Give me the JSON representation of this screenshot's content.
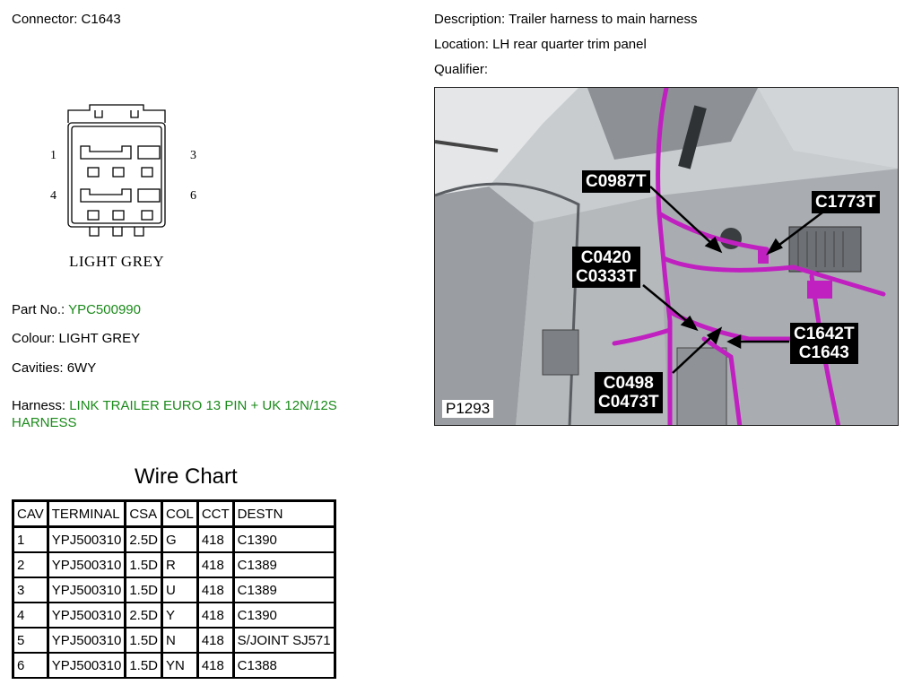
{
  "connector": {
    "label": "Connector:",
    "value": "C1643"
  },
  "description": {
    "label": "Description:",
    "value": "Trailer harness to main harness"
  },
  "location": {
    "label": "Location:",
    "value": "LH rear quarter trim panel"
  },
  "qualifier": {
    "label": "Qualifier:",
    "value": ""
  },
  "diagram": {
    "pin_labels": [
      "1",
      "3",
      "4",
      "6"
    ],
    "caption": "LIGHT GREY"
  },
  "part_no": {
    "label": "Part No.:",
    "value": "YPC500990"
  },
  "colour": {
    "label": "Colour:",
    "value": "LIGHT GREY"
  },
  "cavities": {
    "label": "Cavities:",
    "value": "6WY"
  },
  "harness": {
    "label": "Harness:",
    "value_line1": "LINK TRAILER EURO 13 PIN + UK 12N/12S",
    "value_line2": "HARNESS"
  },
  "photo": {
    "figure_id": "P1293",
    "callouts": [
      "C0987T",
      "C1773T",
      "C0420",
      "C0333T",
      "C1642T",
      "C1643",
      "C0498",
      "C0473T"
    ]
  },
  "wire_chart": {
    "title": "Wire Chart",
    "headers": [
      "CAV",
      "TERMINAL",
      "CSA",
      "COL",
      "CCT",
      "DESTN"
    ],
    "rows": [
      [
        "1",
        "YPJ500310",
        "2.5D",
        "G",
        "418",
        "C1390"
      ],
      [
        "2",
        "YPJ500310",
        "1.5D",
        "R",
        "418",
        "C1389"
      ],
      [
        "3",
        "YPJ500310",
        "1.5D",
        "U",
        "418",
        "C1389"
      ],
      [
        "4",
        "YPJ500310",
        "2.5D",
        "Y",
        "418",
        "C1390"
      ],
      [
        "5",
        "YPJ500310",
        "1.5D",
        "N",
        "418",
        "S/JOINT SJ571"
      ],
      [
        "6",
        "YPJ500310",
        "1.5D",
        "YN",
        "418",
        "C1388"
      ]
    ]
  },
  "colors": {
    "accent_green": "#1a8a1a",
    "harness_magenta": "#c020c0"
  }
}
